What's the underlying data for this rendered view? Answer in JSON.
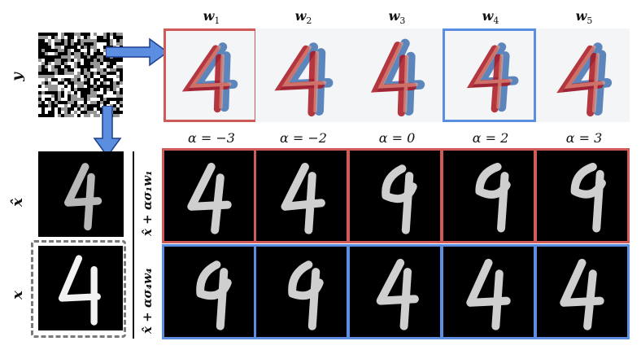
{
  "labels": {
    "y": "y",
    "x_hat": "x̂",
    "x": "x",
    "row1_expr": "x̂ + ασ₁w₁",
    "row2_expr": "x̂ + ασ₄w₄"
  },
  "weights": [
    {
      "label": "w",
      "sub": "1",
      "highlight": "red"
    },
    {
      "label": "w",
      "sub": "2",
      "highlight": "none"
    },
    {
      "label": "w",
      "sub": "3",
      "highlight": "none"
    },
    {
      "label": "w",
      "sub": "4",
      "highlight": "blue"
    },
    {
      "label": "w",
      "sub": "5",
      "highlight": "none"
    }
  ],
  "alphas": [
    "α = −3",
    "α = −2",
    "α = 0",
    "α = 2",
    "α = 3"
  ],
  "colors": {
    "red_frame": "#cf5a58",
    "blue_frame": "#5b8de0",
    "arrow_fill": "#5b8de0",
    "dashed_frame": "#7a7a7a"
  }
}
